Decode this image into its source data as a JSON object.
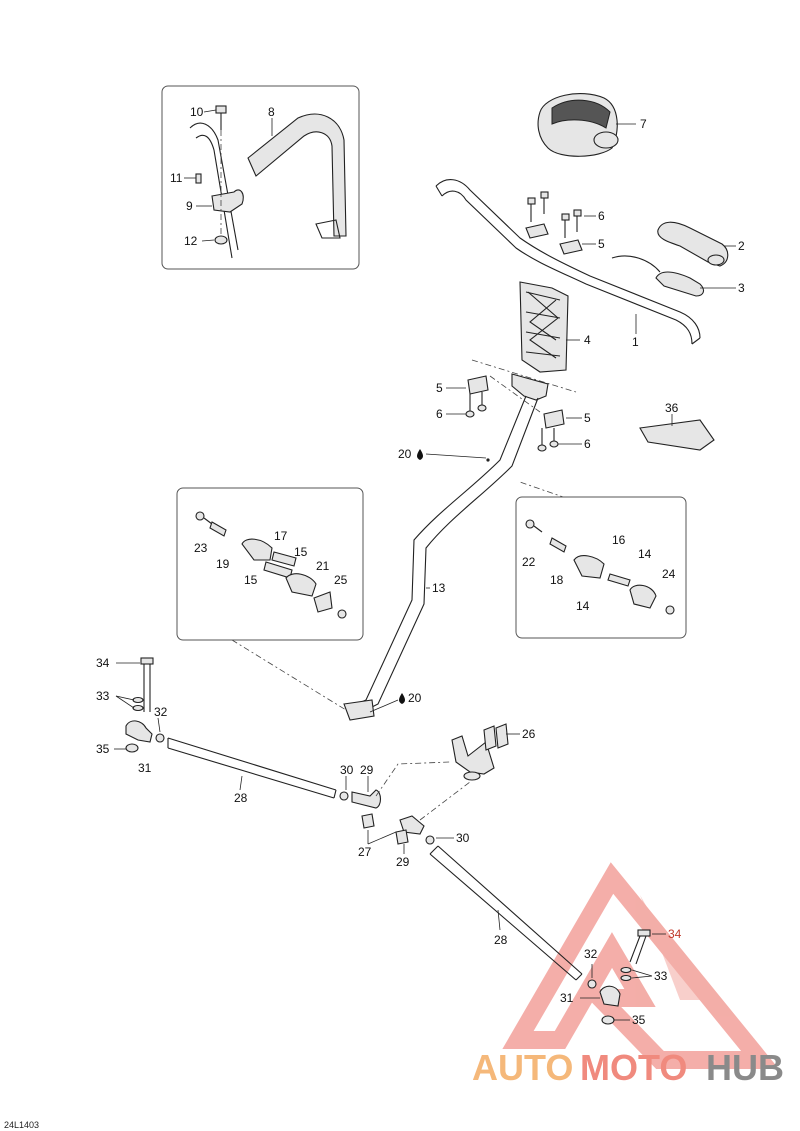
{
  "diagram": {
    "reference_code": "24L1403",
    "labels": {
      "p1": "1",
      "p2": "2",
      "p3": "3",
      "p4": "4",
      "p5a": "5",
      "p5b": "5",
      "p5c": "5",
      "p6a": "6",
      "p6b": "6",
      "p6c": "6",
      "p7": "7",
      "p8": "8",
      "p9": "9",
      "p10": "10",
      "p11": "11",
      "p12": "12",
      "p13": "13",
      "p14a": "14",
      "p14b": "14",
      "p15a": "15",
      "p15b": "15",
      "p16": "16",
      "p17": "17",
      "p18": "18",
      "p19": "19",
      "p20a": "20",
      "p20b": "20",
      "p21": "21",
      "p22": "22",
      "p23": "23",
      "p24": "24",
      "p25": "25",
      "p26": "26",
      "p27": "27",
      "p28a": "28",
      "p28b": "28",
      "p29a": "29",
      "p29b": "29",
      "p30a": "30",
      "p30b": "30",
      "p31a": "31",
      "p31b": "31",
      "p32a": "32",
      "p32b": "32",
      "p33a": "33",
      "p33b": "33",
      "p34a": "34",
      "p34b": "34",
      "p35a": "35",
      "p35b": "35",
      "p36": "36"
    }
  },
  "watermark": {
    "part1": "AUTO",
    "part2": "MOTO",
    "part3": "HUB",
    "color1": "#f5b87a",
    "color2": "#f08a7e",
    "color3": "#8a8a8a",
    "triangle_color": "#f2a09a"
  }
}
